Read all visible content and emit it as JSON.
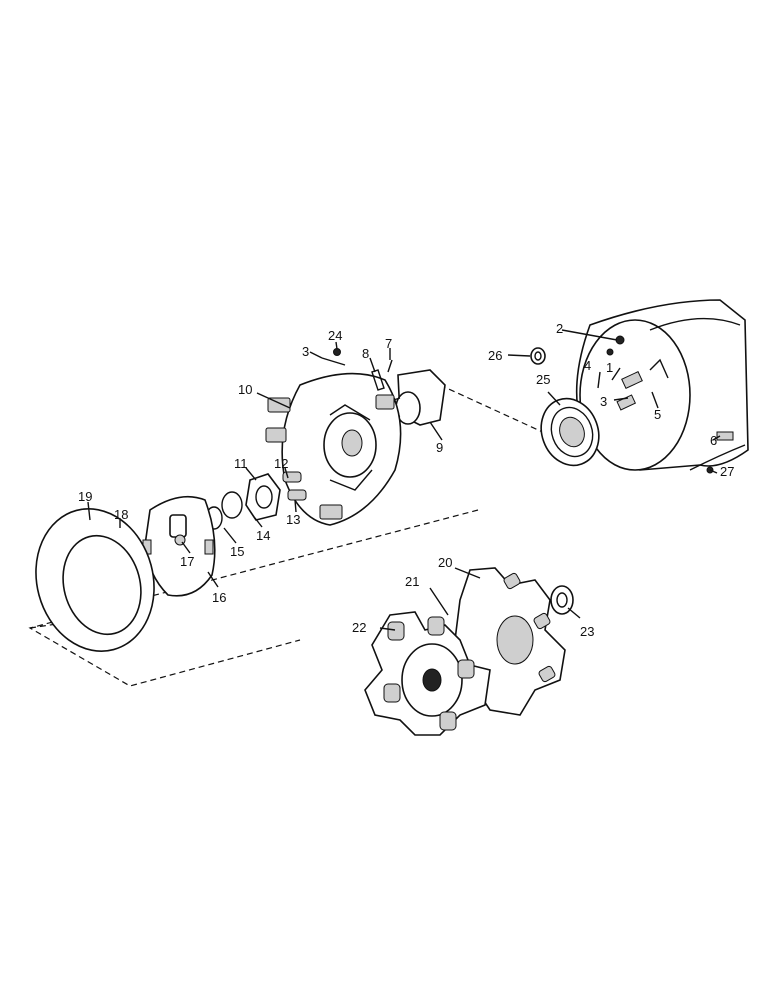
{
  "callouts": [
    "1",
    "2",
    "3",
    "3",
    "4",
    "5",
    "6",
    "7",
    "8",
    "9",
    "10",
    "11",
    "12",
    "13",
    "14",
    "15",
    "16",
    "17",
    "18",
    "19",
    "20",
    "21",
    "22",
    "23",
    "24",
    "25",
    "26",
    "27"
  ]
}
